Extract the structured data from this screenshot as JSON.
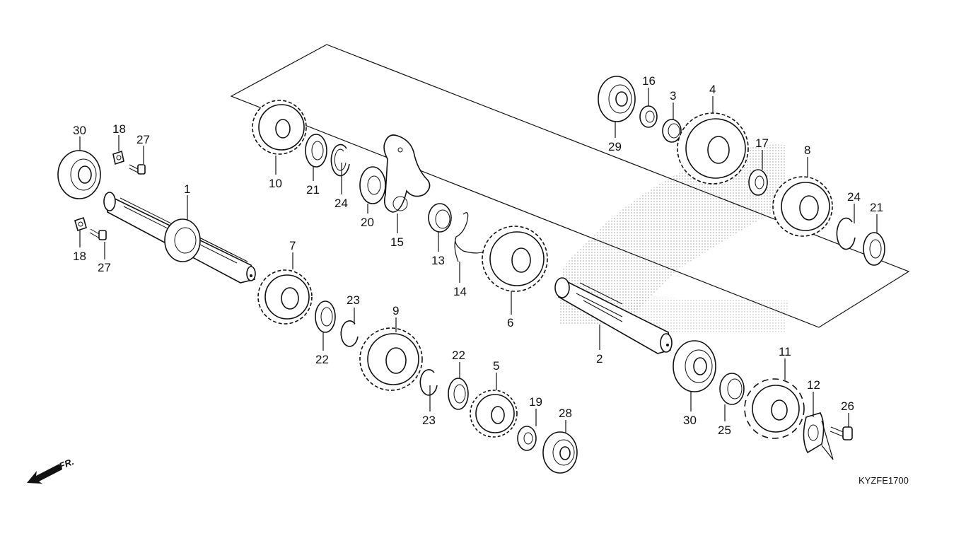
{
  "diagram": {
    "code": "KYZFE1700",
    "direction_label": "FR.",
    "callouts": {
      "c1": "1",
      "c2": "2",
      "c3": "3",
      "c4": "4",
      "c5": "5",
      "c6": "6",
      "c7": "7",
      "c8": "8",
      "c9": "9",
      "c10": "10",
      "c11": "11",
      "c12": "12",
      "c13": "13",
      "c14": "14",
      "c15": "15",
      "c16": "16",
      "c17": "17",
      "c18a": "18",
      "c18b": "18",
      "c19": "19",
      "c20": "20",
      "c21a": "21",
      "c21b": "21",
      "c22a": "22",
      "c22b": "22",
      "c23a": "23",
      "c23b": "23",
      "c24a": "24",
      "c24b": "24",
      "c25": "25",
      "c26": "26",
      "c27a": "27",
      "c27b": "27",
      "c28": "28",
      "c29": "29",
      "c30a": "30",
      "c30b": "30"
    },
    "colors": {
      "line": "#111111",
      "background": "#ffffff",
      "watermark": "#9a9a9a"
    }
  }
}
